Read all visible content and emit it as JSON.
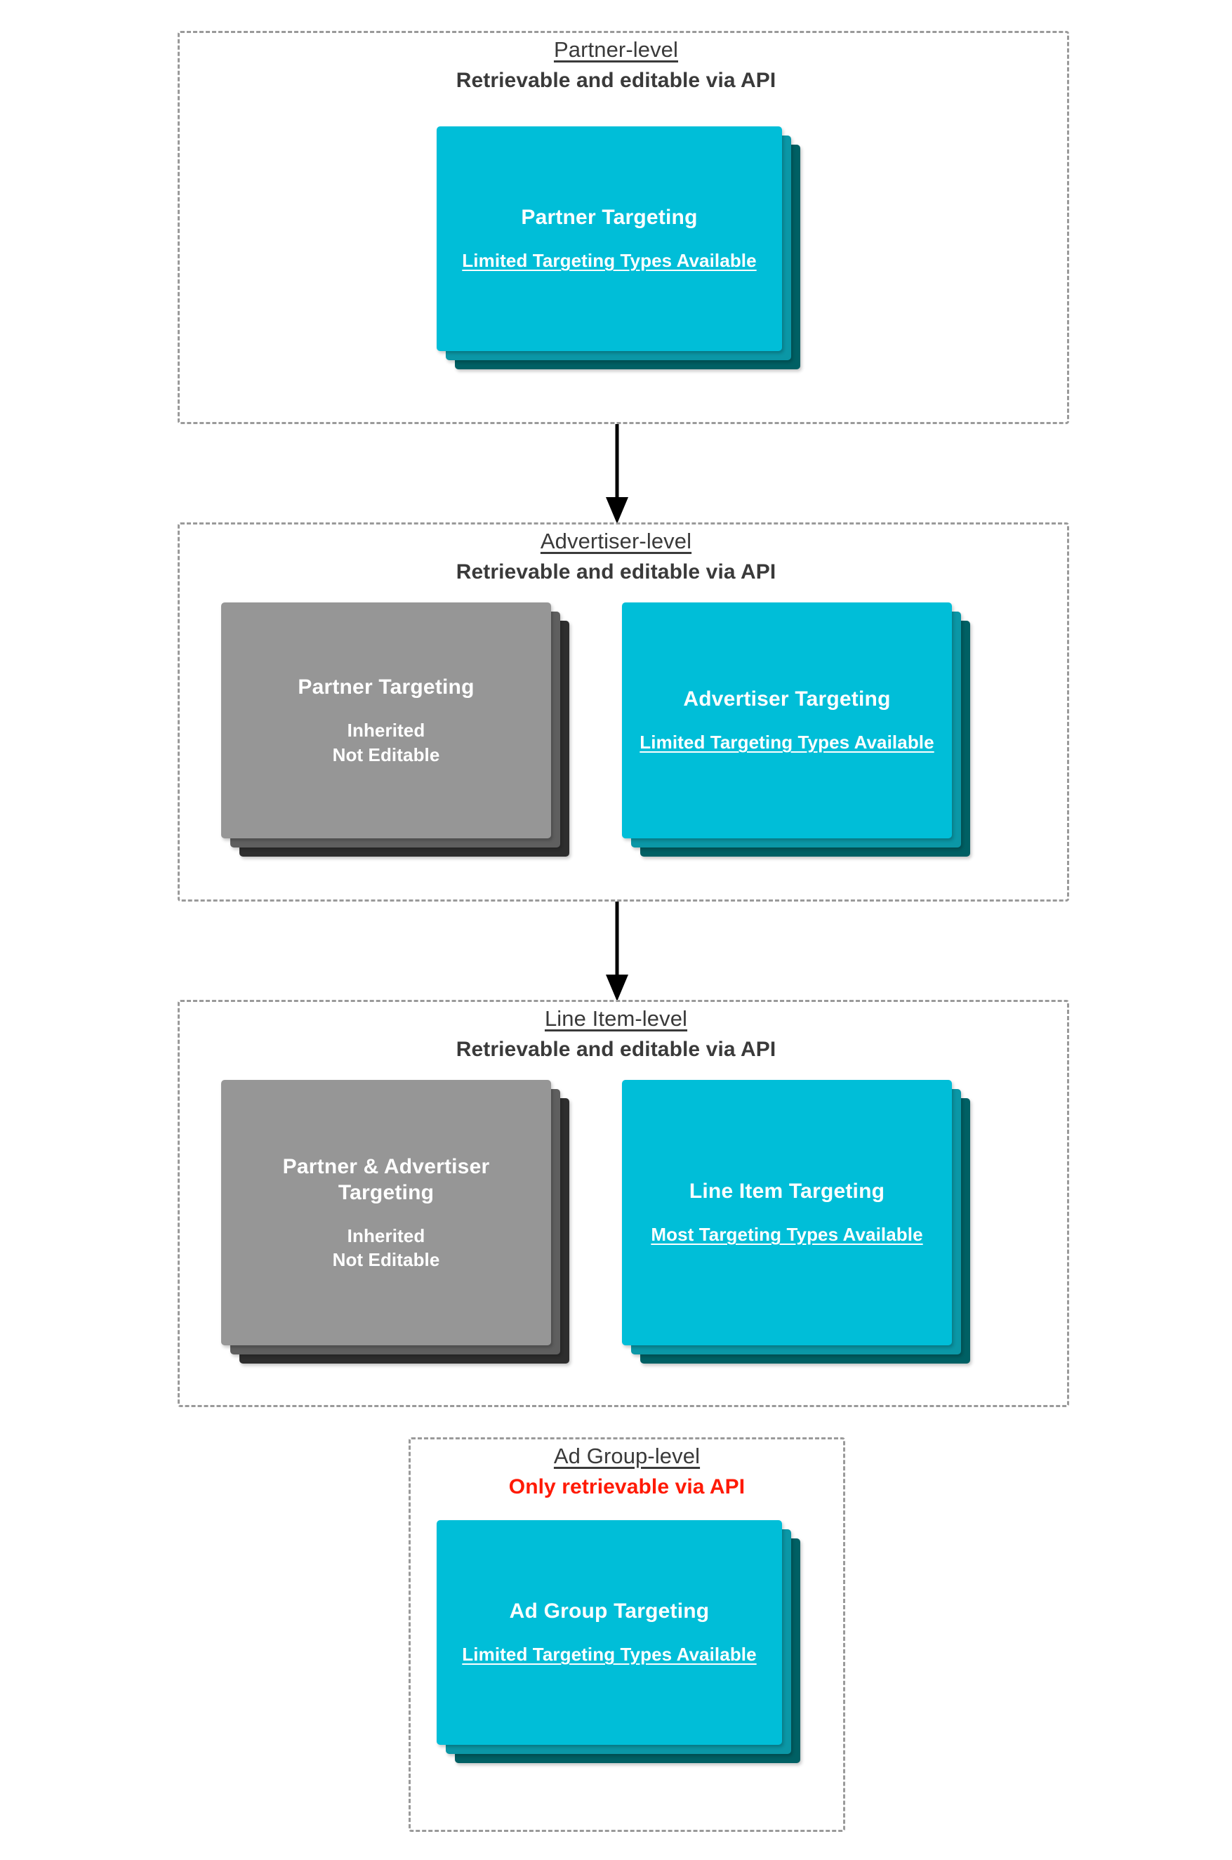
{
  "diagram": {
    "title_semantic": "display-video-360-targeting-inheritance",
    "colors": {
      "cyan_front": "#00bed8",
      "cyan_mid": "#0b97a6",
      "cyan_back": "#006064",
      "gray_front": "#969696",
      "gray_mid": "#5f5f5f",
      "gray_back": "#2e2e2e",
      "alert_red": "#ff1a05",
      "heading_text": "#3a3a3a",
      "dashed_border": "#9a9a9a",
      "background": "#ffffff"
    }
  },
  "levels": [
    {
      "id": "partner",
      "title": "Partner-level",
      "subtitle": "Retrievable and editable via API",
      "subtitle_alert": false,
      "cards": [
        {
          "id": "partner-targeting",
          "style": "cyan",
          "title": "Partner Targeting",
          "note": "Limited Targeting Types Available",
          "note_underlined": true
        }
      ]
    },
    {
      "id": "advertiser",
      "title": "Advertiser-level",
      "subtitle": "Retrievable and editable via API",
      "subtitle_alert": false,
      "cards": [
        {
          "id": "partner-targeting-inherited",
          "style": "gray",
          "title": "Partner Targeting",
          "note": "Inherited\nNot Editable",
          "note_underlined": false
        },
        {
          "id": "advertiser-targeting",
          "style": "cyan",
          "title": "Advertiser Targeting",
          "note": "Limited Targeting Types Available",
          "note_underlined": true
        }
      ]
    },
    {
      "id": "line-item",
      "title": "Line Item-level",
      "subtitle": "Retrievable and editable via API",
      "subtitle_alert": false,
      "cards": [
        {
          "id": "partner-advertiser-targeting-inherited",
          "style": "gray",
          "title": "Partner & Advertiser Targeting",
          "note": "Inherited\nNot Editable",
          "note_underlined": false
        },
        {
          "id": "line-item-targeting",
          "style": "cyan",
          "title": "Line Item Targeting",
          "note": "Most Targeting Types Available",
          "note_underlined": true
        }
      ]
    },
    {
      "id": "ad-group",
      "title": "Ad Group-level",
      "subtitle": "Only retrievable via API",
      "subtitle_alert": true,
      "cards": [
        {
          "id": "ad-group-targeting",
          "style": "cyan",
          "title": "Ad Group Targeting",
          "note": "Limited Targeting Types Available",
          "note_underlined": true
        }
      ]
    }
  ],
  "connectors": [
    {
      "id": "partner-to-advertiser",
      "from": "partner",
      "to": "advertiser",
      "direction": "down"
    },
    {
      "id": "advertiser-to-line-item",
      "from": "advertiser",
      "to": "line-item",
      "direction": "down"
    }
  ]
}
